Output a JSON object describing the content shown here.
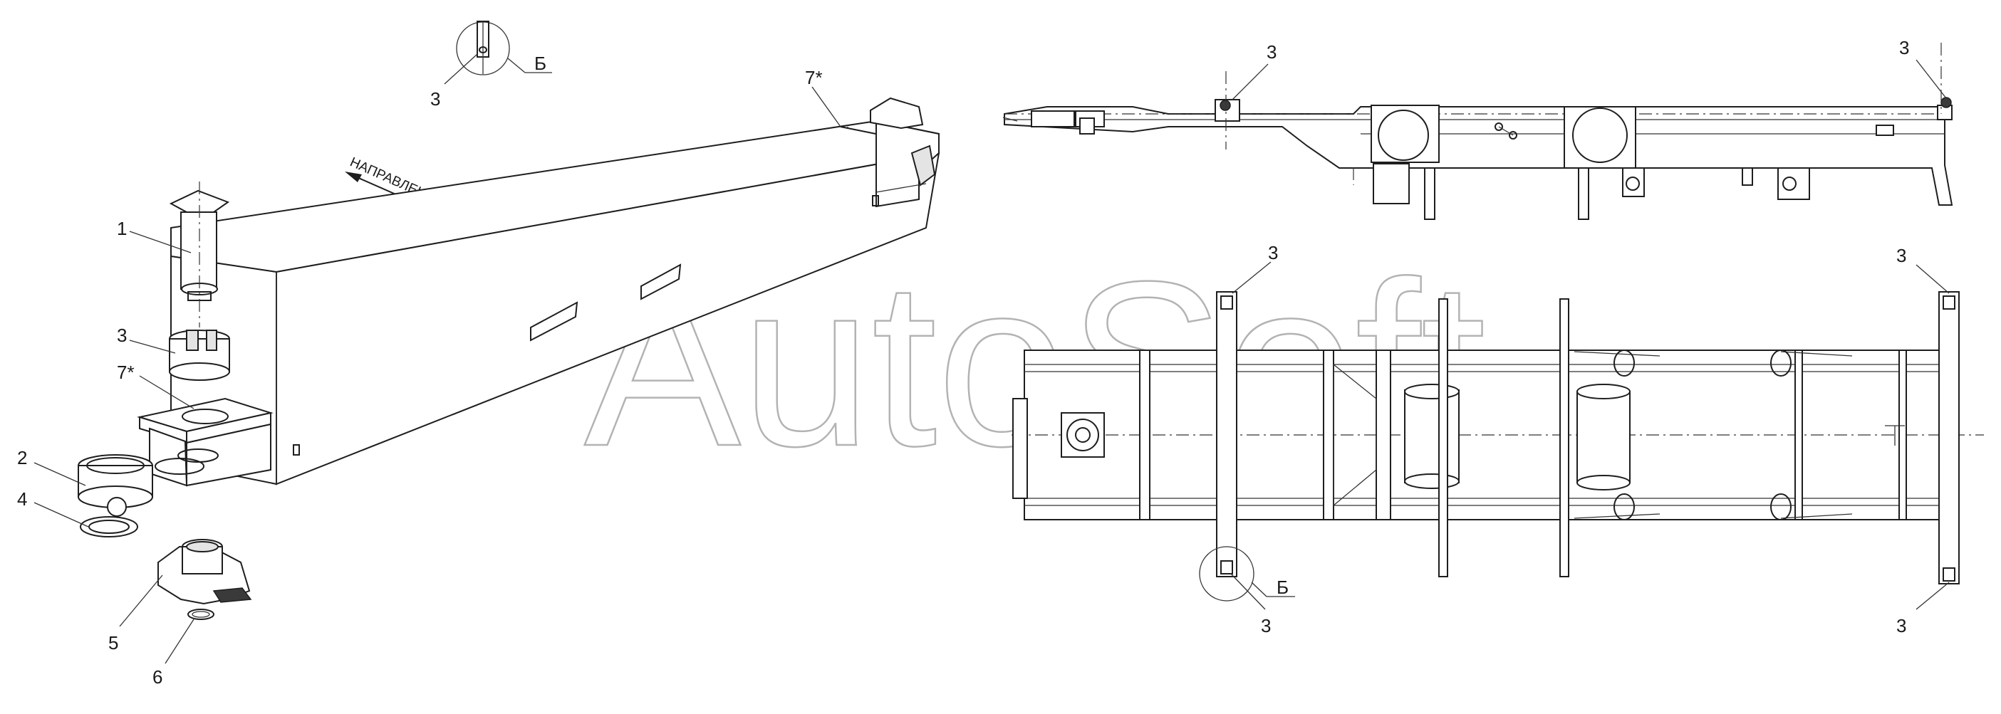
{
  "watermark": "AutoSoft",
  "direction_text": "НАПРАВЛЕНИЯ ДВИЖЕНИЯ",
  "detail_view_letter": "Б",
  "callouts": {
    "c1": "1",
    "c2": "2",
    "c3": "3",
    "c4": "4",
    "c5": "5",
    "c6": "6",
    "c7": "7*"
  }
}
